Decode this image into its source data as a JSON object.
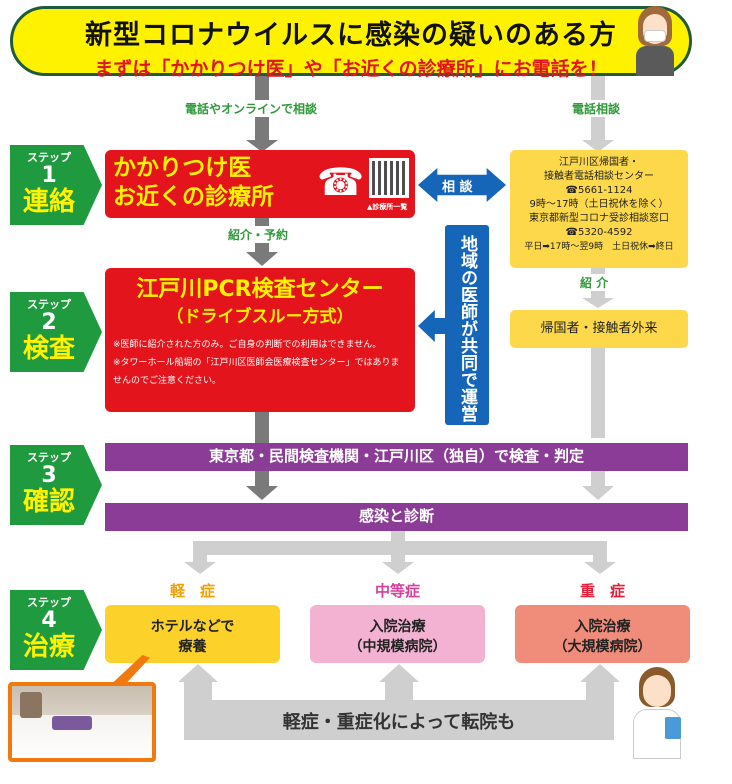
{
  "header": {
    "title": "新型コロナウイルスに感染の疑いのある方",
    "subtitle": "まずは「かかりつけ医」や「お近くの診療所」にお電話を！"
  },
  "flow_labels": {
    "online": "電話やオンラインで相談",
    "phone": "電話相談",
    "referral_reservation": "紹介・予約",
    "referral": "紹 介",
    "consult": "相 談"
  },
  "steps": [
    {
      "label": "ステップ",
      "num": "1",
      "word": "連絡"
    },
    {
      "label": "ステップ",
      "num": "2",
      "word": "検査"
    },
    {
      "label": "ステップ",
      "num": "3",
      "word": "確認"
    },
    {
      "label": "ステップ",
      "num": "4",
      "word": "治療"
    }
  ],
  "clinic": {
    "line1": "かかりつけ医",
    "line2": "お近くの診療所",
    "qr_caption": "▲診療所一覧"
  },
  "pcr": {
    "title": "江戸川PCR検査センター",
    "subtitle": "（ドライブスルー方式）",
    "note1": "※医師に紹介された方のみ。ご自身の判断での利用はできません。",
    "note2": "※タワーホール船堀の「江戸川区医師会医療検査センター」ではありませんのでご注意ください。"
  },
  "joint": "地域の医師が共同で運営",
  "hotline": {
    "l1": "江戸川区帰国者・",
    "l2": "接触者電話相談センター",
    "tel1": "☎5661-1124",
    "hours1": "9時～17時（土日祝休を除く）",
    "l3": "東京都新型コロナ受診相談窓口",
    "tel2": "☎5320-4592",
    "hours2": "平日➡17時～翌9時　土日祝休➡終日"
  },
  "outpatient": "帰国者・接触者外来",
  "test_bar": "東京都・民間検査機関・江戸川区（独自）で検査・判定",
  "diagnosis_bar": "感染と診断",
  "treatment": [
    {
      "severity": "軽　症",
      "line1": "ホテルなどで",
      "line2": "療養",
      "color": "#f0a000"
    },
    {
      "severity": "中等症",
      "line1": "入院治療",
      "line2": "（中規模病院）",
      "color": "#d4409c"
    },
    {
      "severity": "重　症",
      "line1": "入院治療",
      "line2": "（大規模病院）",
      "color": "#e0203a"
    }
  ],
  "transfer": "軽症・重症化によって転院も"
}
